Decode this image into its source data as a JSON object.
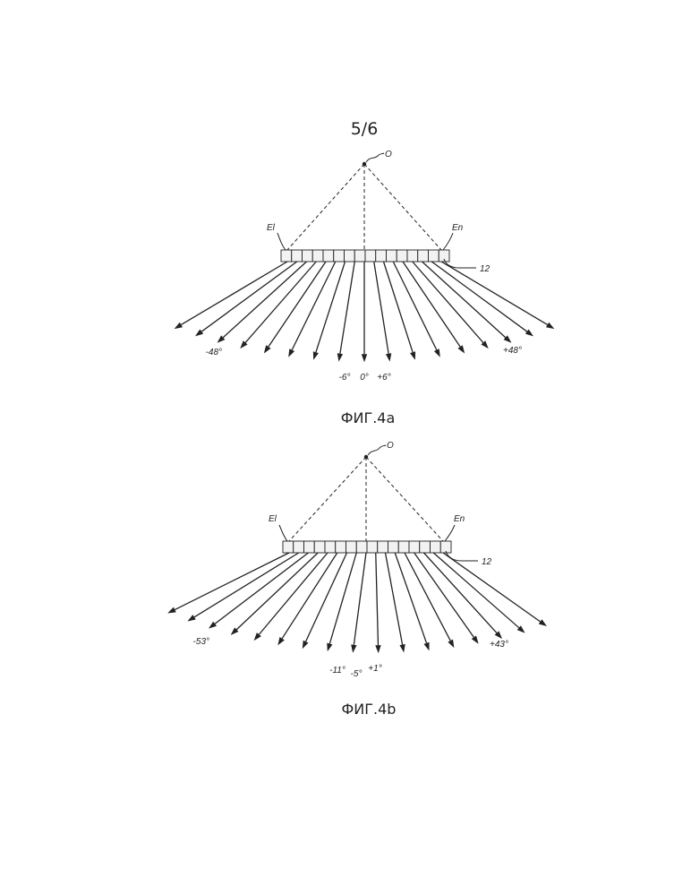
{
  "page_number": "5/6",
  "figures": [
    {
      "id": "4a",
      "caption": "ФИГ.4a",
      "origin_label": "O",
      "element_first_label": "El",
      "element_last_label": "En",
      "array_ref": "12",
      "element_count": 16,
      "beam_angles_deg": [
        -48,
        -42,
        -36,
        -30,
        -24,
        -18,
        -12,
        -6,
        0,
        6,
        12,
        18,
        24,
        30,
        36,
        42,
        48
      ],
      "angle_labels": [
        "-48°",
        "-6°",
        "0°",
        "+6°",
        "+48°"
      ]
    },
    {
      "id": "4b",
      "caption": "ФИГ.4b",
      "origin_label": "O",
      "element_first_label": "El",
      "element_last_label": "En",
      "array_ref": "12",
      "element_count": 16,
      "beam_angles_deg": [
        -53,
        -47,
        -41,
        -35,
        -29,
        -23,
        -17,
        -11,
        -5,
        1,
        7,
        13,
        19,
        25,
        31,
        37,
        43
      ],
      "angle_labels": [
        "-53°",
        "-11°",
        "-5°",
        "+1°",
        "+43°"
      ]
    }
  ],
  "colors": {
    "ink": "#222222",
    "cell_fill": "#f2f2f2",
    "background": "#ffffff"
  }
}
